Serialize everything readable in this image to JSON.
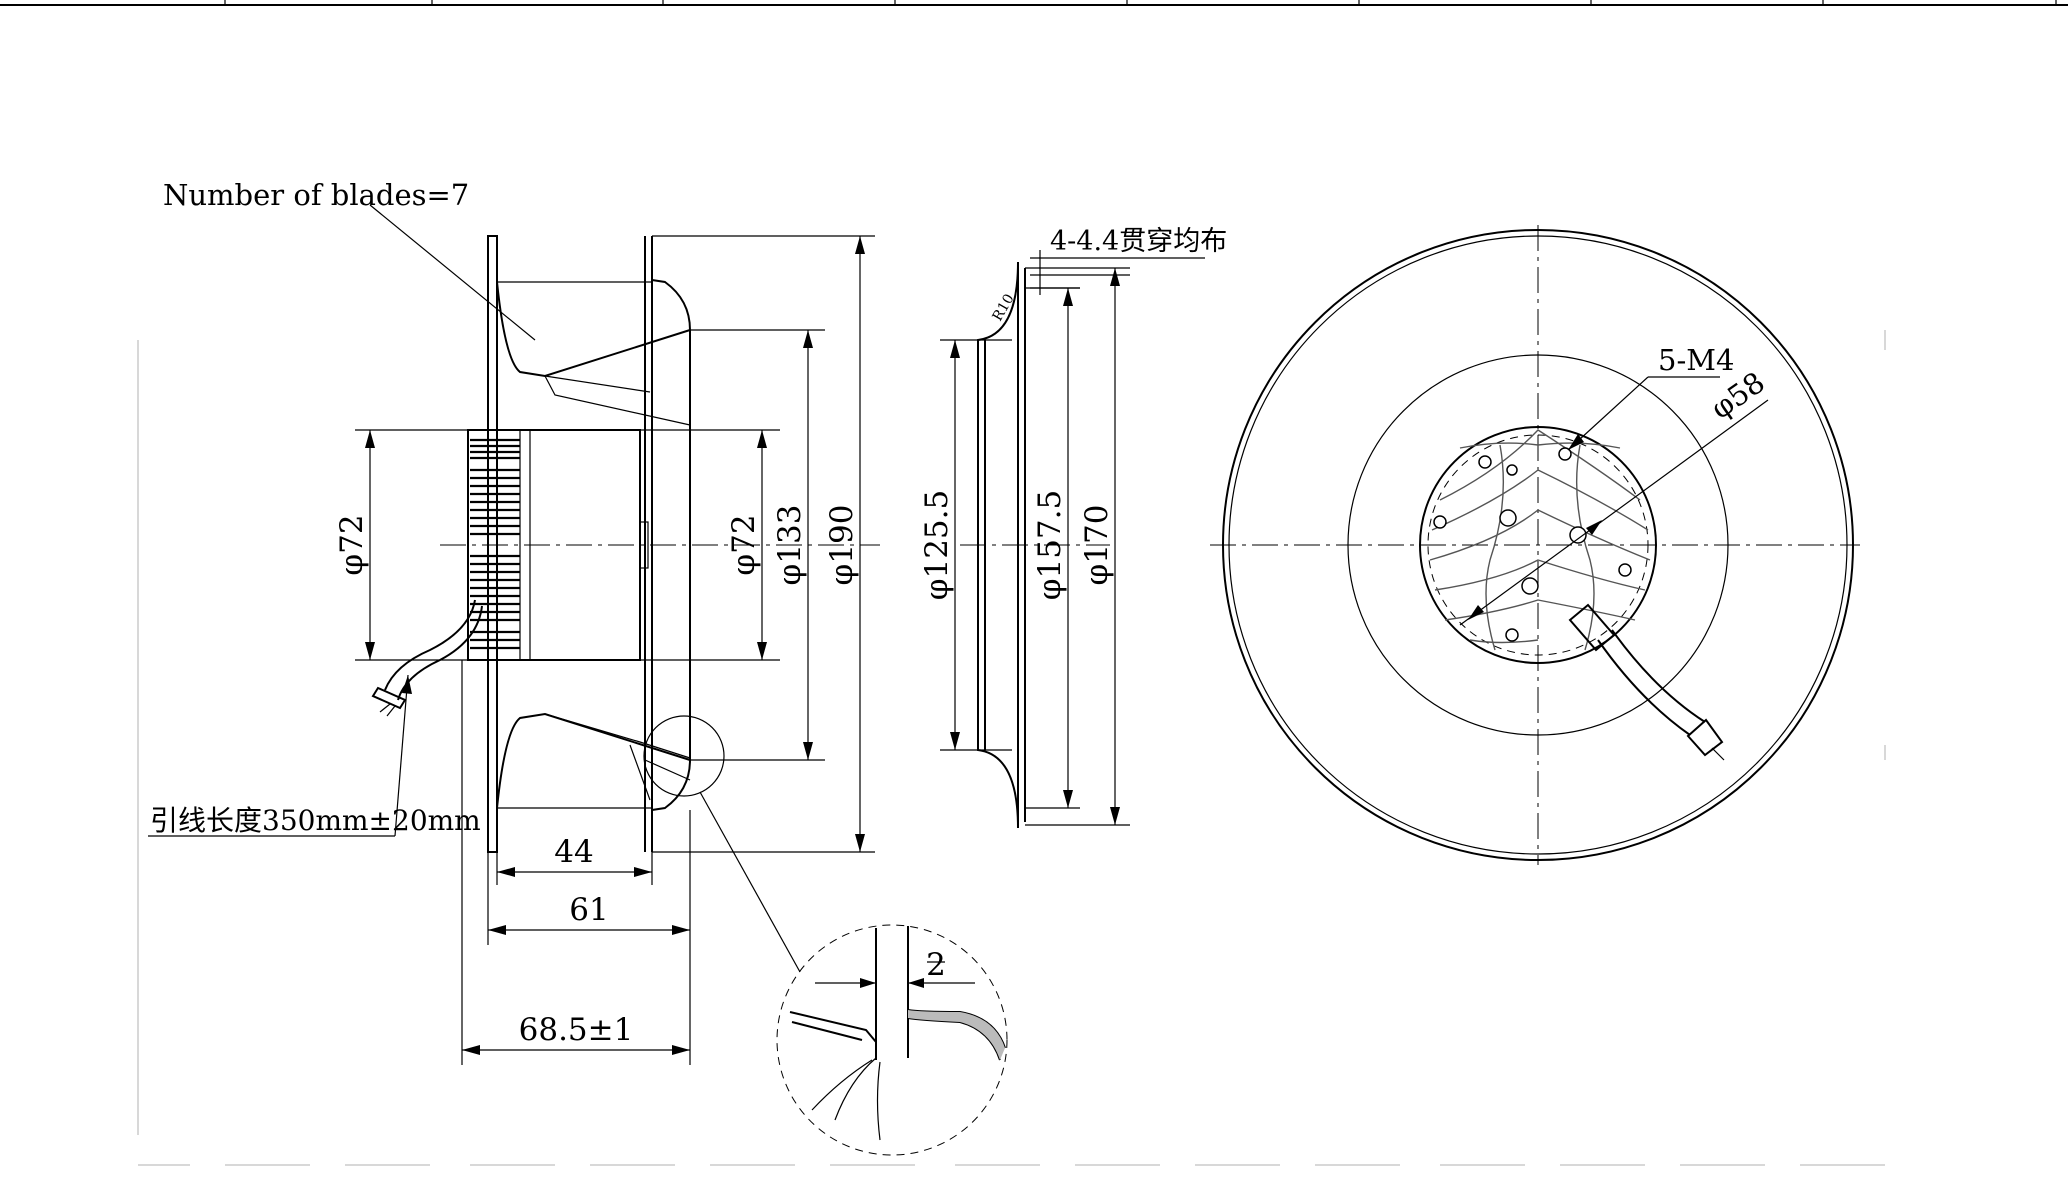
{
  "drawing": {
    "blades_note": "Number of blades=7",
    "lead_length": "引线长度350mm±20mm",
    "holes_note": "4-4.4贯穿均布",
    "screws_note": "5-M4",
    "side_view": {
      "motor_dia_left": "φ72",
      "motor_dia_right": "φ72",
      "inlet_dia": "φ133",
      "outer_dia": "φ190",
      "width_inner": "44",
      "width_mid": "61",
      "width_total": "68.5±1"
    },
    "inlet_ring": {
      "throat_dia": "φ125.5",
      "flange_dia": "φ157.5",
      "outer_dia": "φ170",
      "corner_radius": "R10"
    },
    "front_view": {
      "hub_dia": "φ58"
    },
    "detail": {
      "gap": "2"
    }
  }
}
